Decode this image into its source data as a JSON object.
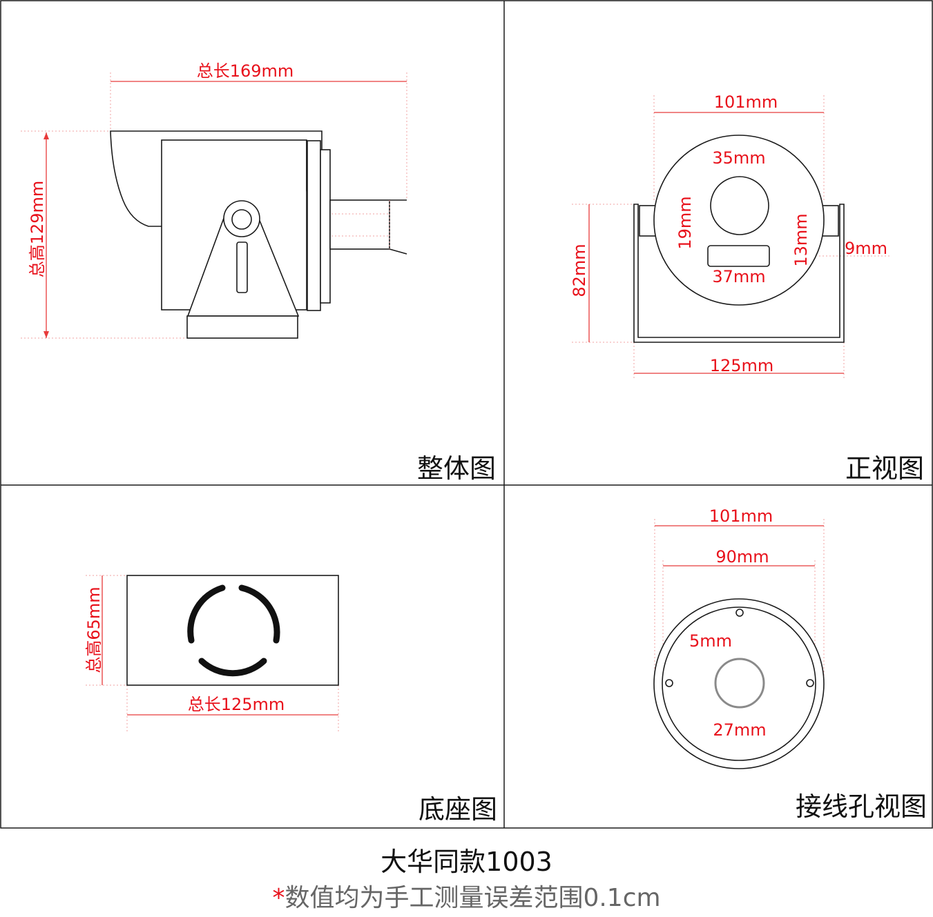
{
  "panels": {
    "overall": {
      "title": "整体图",
      "length_label": "总长169mm",
      "height_label": "总高129mm"
    },
    "front": {
      "title": "正视图",
      "outer_width_label": "101mm",
      "lens_label": "35mm",
      "left_slot_label": "19mm",
      "window_height_label": "13mm",
      "window_width_label": "37mm",
      "bracket_gap_label": "9mm",
      "height_label": "82mm",
      "bracket_width_label": "125mm"
    },
    "base": {
      "title": "底座图",
      "height_label": "总高65mm",
      "length_label": "总长125mm"
    },
    "wiring": {
      "title": "接线孔视图",
      "outer_label": "101mm",
      "inner_label": "90mm",
      "screw_label": "5mm",
      "hole_label": "27mm"
    }
  },
  "caption": "大华同款1003",
  "note": {
    "star": "*",
    "text": "数值均为手工测量误差范围0.1cm"
  }
}
